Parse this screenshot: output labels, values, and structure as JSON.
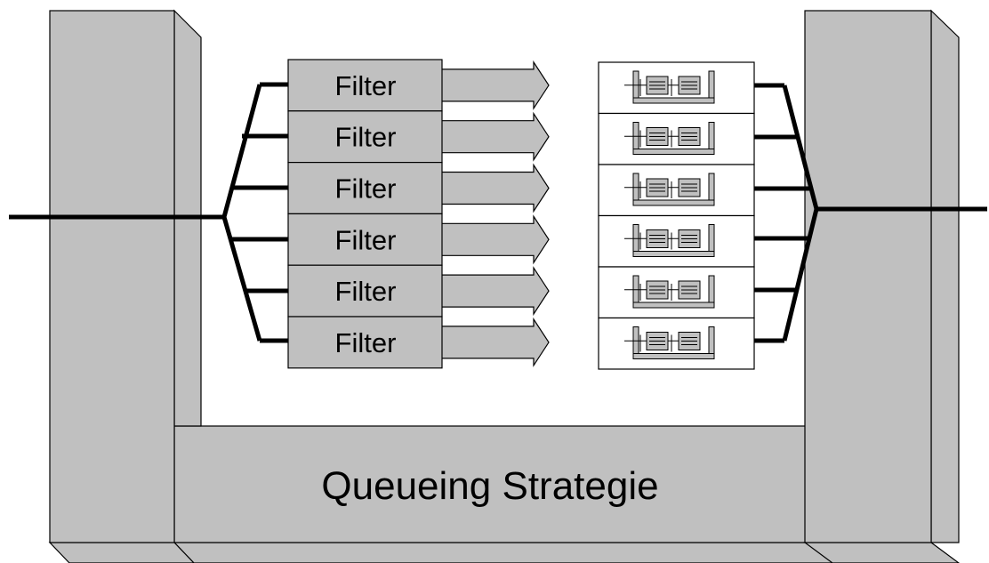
{
  "diagram": {
    "filters": [
      {
        "label": "Filter"
      },
      {
        "label": "Filter"
      },
      {
        "label": "Filter"
      },
      {
        "label": "Filter"
      },
      {
        "label": "Filter"
      },
      {
        "label": "Filter"
      }
    ],
    "queue_count": 6,
    "base_label": "Queueing Strategie",
    "icons": {
      "queue": "queue-icon",
      "arrow": "right-arrow-icon"
    },
    "colors": {
      "fill": "#c0c0c0",
      "stroke": "#000000",
      "background": "#ffffff"
    }
  }
}
